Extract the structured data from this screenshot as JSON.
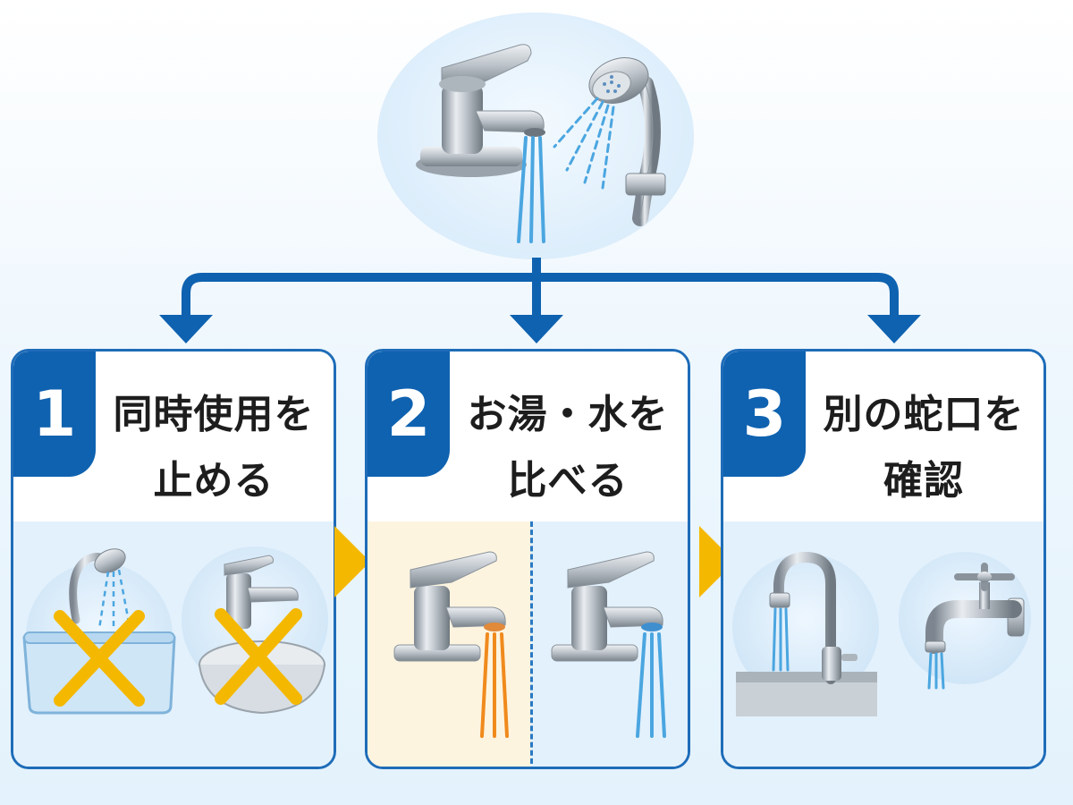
{
  "steps": [
    {
      "number": "1",
      "title_line1": "同時使用を",
      "title_line2": "止める"
    },
    {
      "number": "2",
      "title_line1": "お湯・水を",
      "title_line2": "比べる"
    },
    {
      "number": "3",
      "title_line1": "別の蛇口を",
      "title_line2": "確認"
    }
  ],
  "colors": {
    "primary_blue": "#0f62b0",
    "card_border": "#1e6cb8",
    "arrow_yellow": "#f5b800",
    "cross_yellow": "#f5b800",
    "hot_water": "#f08a1c",
    "cold_water": "#4ba6e0"
  },
  "icons": {
    "hero": [
      "faucet-icon",
      "shower-head-icon"
    ],
    "step1": [
      "shower-basin-crossed-icon",
      "sink-faucet-crossed-icon"
    ],
    "step2": [
      "faucet-hot-water-icon",
      "faucet-cold-water-icon"
    ],
    "step3": [
      "kitchen-faucet-icon",
      "outdoor-tap-icon"
    ]
  }
}
